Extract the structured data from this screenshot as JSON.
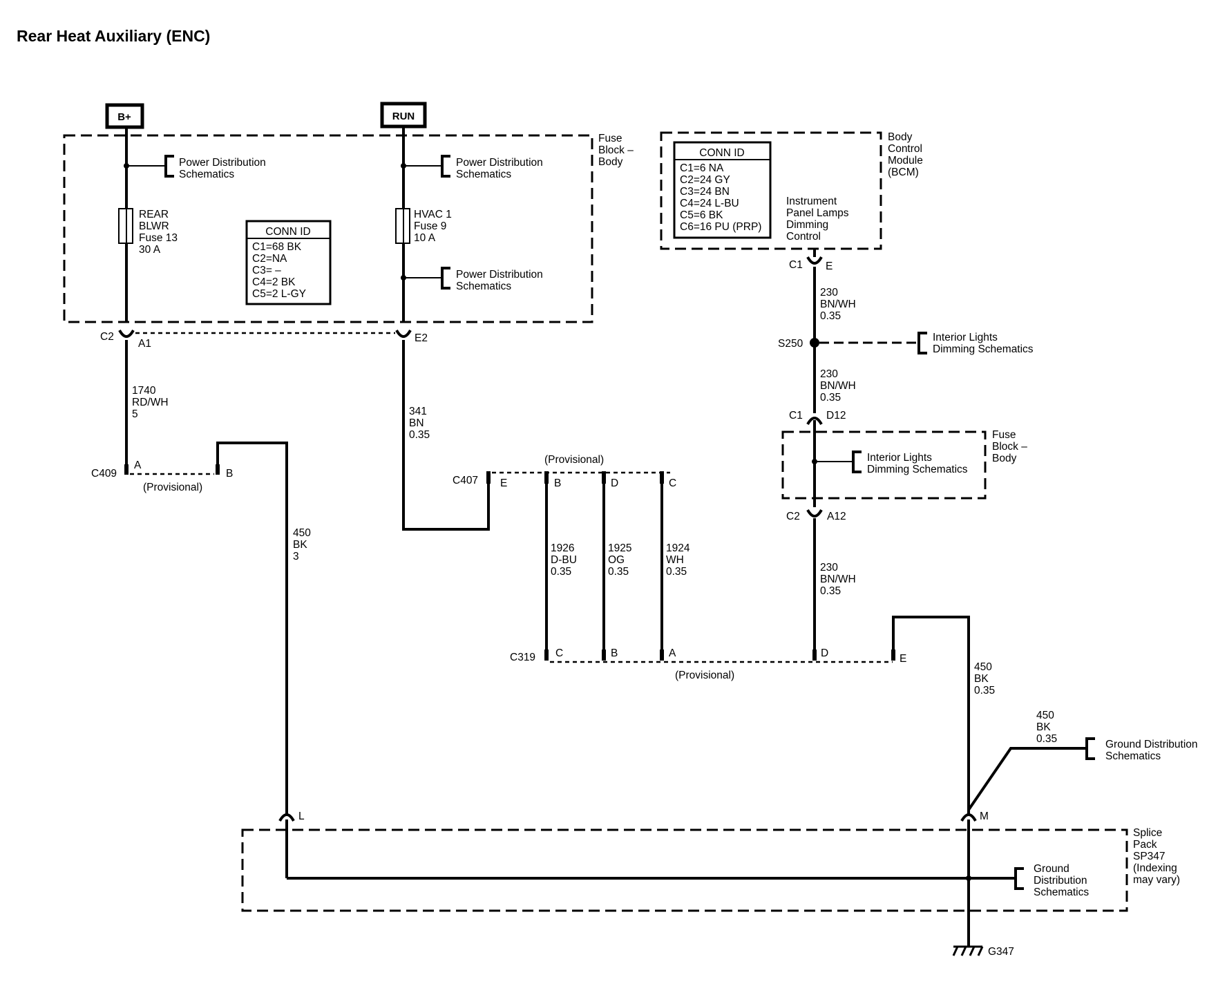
{
  "title": "Rear Heat Auxiliary (ENC)",
  "power": {
    "batt": "B+",
    "run": "RUN"
  },
  "fuse_block": {
    "label": [
      "Fuse",
      "Block –",
      "Body"
    ],
    "pd_ref": [
      "Power Distribution",
      "Schematics"
    ],
    "fuse1": [
      "REAR",
      "BLWR",
      "Fuse 13",
      "30 A"
    ],
    "fuse2": [
      "HVAC 1",
      "Fuse 9",
      "10 A"
    ],
    "conn_id": {
      "title": "CONN ID",
      "rows": [
        "C1=68 BK",
        "C2=NA",
        "C3= –",
        "C4=2 BK",
        "C5=2 L-GY"
      ]
    }
  },
  "bcm": {
    "label": [
      "Body",
      "Control",
      "Module",
      "(BCM)"
    ],
    "conn_id": {
      "title": "CONN ID",
      "rows": [
        "C1=6 NA",
        "C2=24 GY",
        "C3=24 BN",
        "C4=24 L-BU",
        "C5=6 BK",
        "C6=16 PU (PRP)"
      ]
    },
    "function": [
      "Instrument",
      "Panel Lamps",
      "Dimming",
      "Control"
    ]
  },
  "connectors": {
    "c2_left": "C2",
    "a1": "A1",
    "e2": "E2",
    "c1_top": "C1",
    "e_top": "E",
    "c1_mid": "C1",
    "d12": "D12",
    "c2_mid": "C2",
    "a12": "A12",
    "c409": "C409",
    "c409_a": "A",
    "c409_b": "B",
    "c407": "C407",
    "c407_e": "E",
    "c407_b": "B",
    "c407_d": "D",
    "c407_c": "C",
    "c319": "C319",
    "c319_c": "C",
    "c319_b": "B",
    "c319_a": "A",
    "c319_d": "D",
    "c319_e": "E",
    "l": "L",
    "m": "M",
    "provisional": "(Provisional)",
    "s250": "S250",
    "g347": "G347"
  },
  "wires": {
    "w1740": [
      "1740",
      "RD/WH",
      "5"
    ],
    "w341": [
      "341",
      "BN",
      "0.35"
    ],
    "w450a": [
      "450",
      "BK",
      "3"
    ],
    "w1926": [
      "1926",
      "D-BU",
      "0.35"
    ],
    "w1925": [
      "1925",
      "OG",
      "0.35"
    ],
    "w1924": [
      "1924",
      "WH",
      "0.35"
    ],
    "w230a": [
      "230",
      "BN/WH",
      "0.35"
    ],
    "w230b": [
      "230",
      "BN/WH",
      "0.35"
    ],
    "w230c": [
      "230",
      "BN/WH",
      "0.35"
    ],
    "w450b": [
      "450",
      "BK",
      "0.35"
    ],
    "w450c": [
      "450",
      "BK",
      "0.35"
    ]
  },
  "refs": {
    "interior1": [
      "Interior Lights",
      "Dimming Schematics"
    ],
    "interior2": [
      "Interior Lights",
      "Dimming Schematics"
    ],
    "ground1": [
      "Ground Distribution",
      "Schematics"
    ],
    "ground2": [
      "Ground",
      "Distribution",
      "Schematics"
    ]
  },
  "fuse_block2": {
    "label": [
      "Fuse",
      "Block –",
      "Body"
    ]
  },
  "splice_pack": {
    "label": [
      "Splice",
      "Pack",
      "SP347",
      "(Indexing",
      "may vary)"
    ]
  }
}
